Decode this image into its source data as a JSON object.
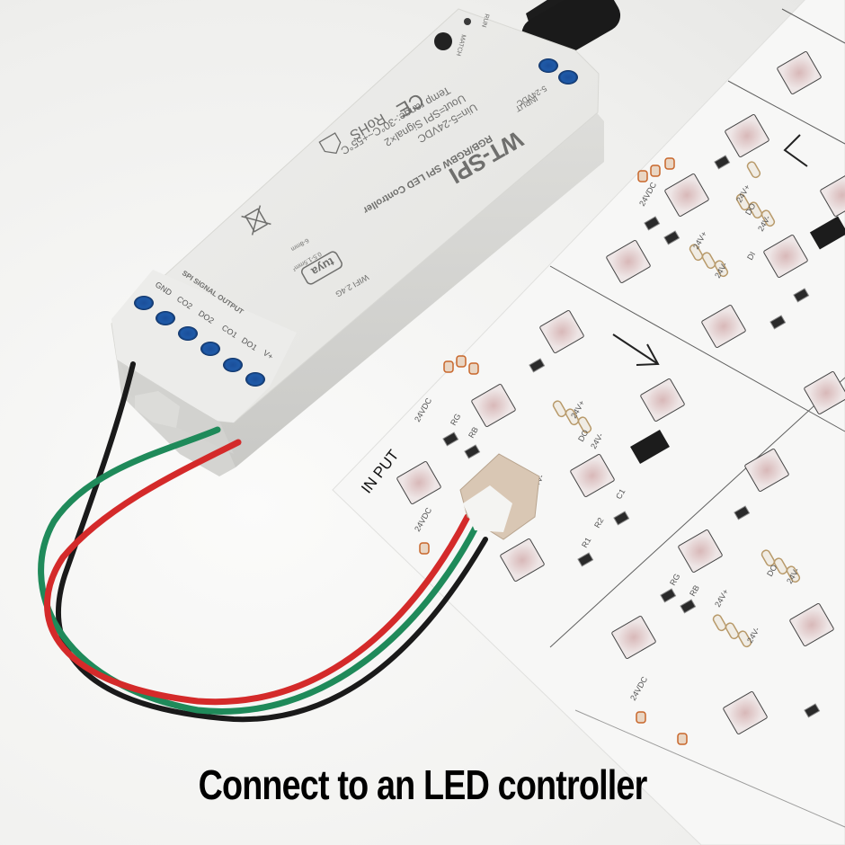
{
  "caption": "Connect to an LED controller",
  "controller": {
    "model": "WT-SPI",
    "description": "RGB/RGBW SPI LED Controller",
    "specs": [
      "Uin=5-24VDC",
      "Uout=SPI Signal×2",
      "Temp range:-30°C~+55°C"
    ],
    "certifications": [
      "CE",
      "RoHS"
    ],
    "indicators": [
      "RUN",
      "MATCH"
    ],
    "input_label": "INPUT",
    "input_voltage": "5-24VDC",
    "input_terminals": [
      "-",
      "+"
    ],
    "wire_strip_lengths": [
      "6-8mm",
      "0.5-1.5mm²"
    ],
    "brand": "tuya",
    "wireless": "WIFI 2.4G",
    "output_label": "SPI SIGNAL OUTPUT",
    "output_terminals": [
      "GND",
      "CO2",
      "DO2",
      "CO1",
      "DO1",
      "V+"
    ]
  },
  "led_panel": {
    "input_label": "IN PUT",
    "silkscreen": [
      "24VDC",
      "+",
      "-",
      "DI",
      "DO",
      "24V+",
      "24V-",
      "RG",
      "RB",
      "R1",
      "R2",
      "C1"
    ],
    "direction_arrows": [
      "down-right",
      "up-left"
    ]
  },
  "wires": {
    "colors": {
      "red": "#d42a2a",
      "green": "#1f8a5a",
      "black": "#1a1a1a"
    }
  },
  "colors": {
    "controller_body": "#e9e9e7",
    "terminal_blue": "#1f5aa8",
    "panel_white": "#f7f7f6",
    "caption_text": "#000000"
  }
}
